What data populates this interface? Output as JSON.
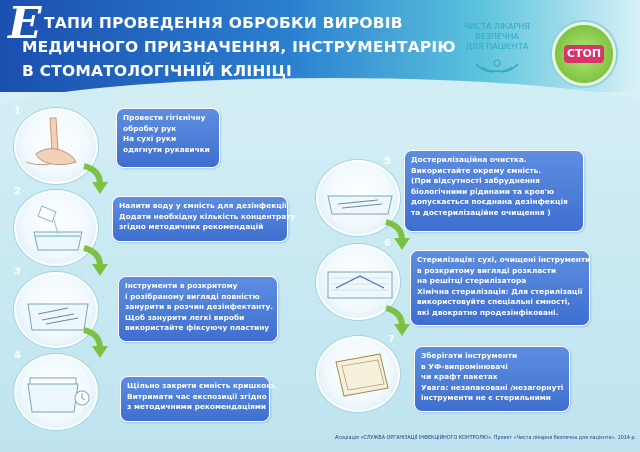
{
  "header": {
    "title_cap": "Е",
    "title_line1": "ТАПИ ПРОВЕДЕННЯ ОБРОБКИ ВИРОВІВ",
    "title_line2": "МЕДИЧНОГО ПРИЗНАЧЕННЯ, ІНСТРУМЕНТАРІЮ",
    "title_line3": "В СТОМАТОЛОГІЧНІЙ КЛІНІЦІ"
  },
  "logo": {
    "line1": "ЧИСТА ЛІКАРНЯ",
    "line2": "БЕЗПЕЧНА",
    "line3": "ДЛЯ ПАЦІЄНТА",
    "badge_text": "СТОП"
  },
  "steps": [
    {
      "number": "1",
      "lines": [
        "Провести гігієнічну",
        "обробку рук",
        "На сухі руки",
        "одягнути рукавички"
      ]
    },
    {
      "number": "2",
      "lines": [
        "Налити воду у ємність для дезінфекції",
        "Додати необхідну кількість концентрату",
        "згідно методичних рекомендацій"
      ]
    },
    {
      "number": "3",
      "lines": [
        "Інструменти в розкритому",
        "і розібраному вигляді повністю",
        "занурити в розчин дезінфектанту.",
        "Щоб занурити легкі вироби",
        "використайте фіксуючу пластину"
      ]
    },
    {
      "number": "4",
      "lines": [
        "Щільно закрити ємність кришкою.",
        "Витримати час експозиції згідно",
        "з методичними рекомендаціями"
      ]
    },
    {
      "number": "5",
      "lines": [
        "Достерилізаційна очистка.",
        "Використайте окрему ємність.",
        "(При відсутності забруднення",
        "біологічними рідинами та кров'ю",
        "допускається поєднана дезінфекція",
        "та достерилізаційне очищення )"
      ]
    },
    {
      "number": "6",
      "lines": [
        "Стерилізація: сухі, очищені інструменти",
        "в розкритому вигляді розкласти",
        "на решітці стерилізатора",
        "Хімічна стерилізація: Для стерилізації",
        "використовуйте спеціальні ємності,",
        "які двократно продезінфіковані."
      ]
    },
    {
      "number": "7",
      "lines": [
        "Зберігати інструменти",
        "в УФ-випромінювачі",
        "чи крафт пакетах",
        "Увага: незапаковані /незагорнуті",
        "інструменти не є стерильними"
      ]
    }
  ],
  "footer": {
    "text": "Асоціація «СЛУЖБА ОРГАНІЗАЦІЇ ІНФЕКЦІЙНОГО КОНТРОЛЮ». Проект «Чиста лікарня безпечна для пацієнта». 2014 р."
  },
  "colors": {
    "header_blue": "#1b4fb0",
    "box_blue": "#3e6fd0",
    "arrow_green": "#7cc242",
    "background": "#cdebf4"
  }
}
